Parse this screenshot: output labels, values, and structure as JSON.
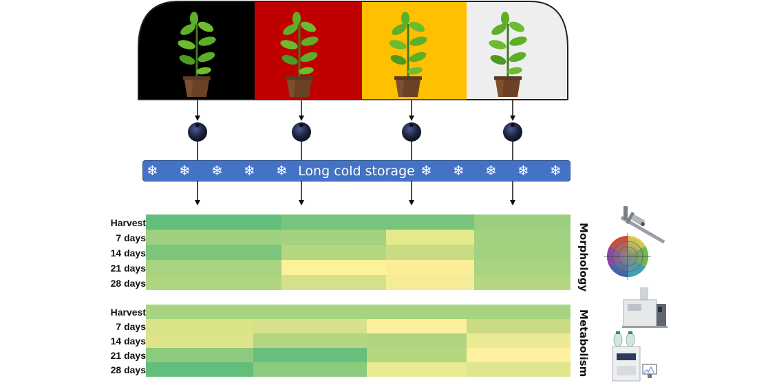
{
  "storage": {
    "label": "Long cold storage",
    "snowflake_glyph": "❄"
  },
  "chambers": [
    {
      "light": "dark",
      "color": "#000000"
    },
    {
      "light": "red",
      "color": "#c00000"
    },
    {
      "light": "yellow",
      "color": "#ffc000"
    },
    {
      "light": "white",
      "color": "#eeeeee"
    }
  ],
  "morphology": {
    "title": "Morphology",
    "rows": [
      "Harvest",
      "7 days",
      "14 days",
      "21 days",
      "28 days"
    ],
    "cells": [
      [
        "#63be7b",
        "#77c47d",
        "#77c47d",
        "#9bcf7f"
      ],
      [
        "#9fd07f",
        "#a2d17f",
        "#e4e98b",
        "#a2d17f"
      ],
      [
        "#7bc57d",
        "#b5d680",
        "#c9dc84",
        "#a2d17f"
      ],
      [
        "#a8d380",
        "#fdf29a",
        "#fbee96",
        "#a8d380"
      ],
      [
        "#b0d580",
        "#d4e08b",
        "#f4ec98",
        "#b4d681"
      ]
    ]
  },
  "metabolism": {
    "title": "Metabolism",
    "rows": [
      "Harvest",
      "7 days",
      "14 days",
      "21 days",
      "28 days"
    ],
    "cells": [
      [
        "#a8d380",
        "#a8d380",
        "#a8d380",
        "#a8d380"
      ],
      [
        "#dbe389",
        "#d6e18b",
        "#fcef9d",
        "#c9dc84"
      ],
      [
        "#dde48a",
        "#b5d680",
        "#b0d580",
        "#ebe992"
      ],
      [
        "#8ccb7e",
        "#68bf7b",
        "#b5d680",
        "#fdf0a0"
      ],
      [
        "#63be7b",
        "#8ccb7e",
        "#eaea92",
        "#dfe68d"
      ]
    ]
  },
  "icons": [
    "caliper-icon",
    "color-wheel-icon",
    "gc-ms-instrument-icon",
    "lc-ms-instrument-icon"
  ]
}
